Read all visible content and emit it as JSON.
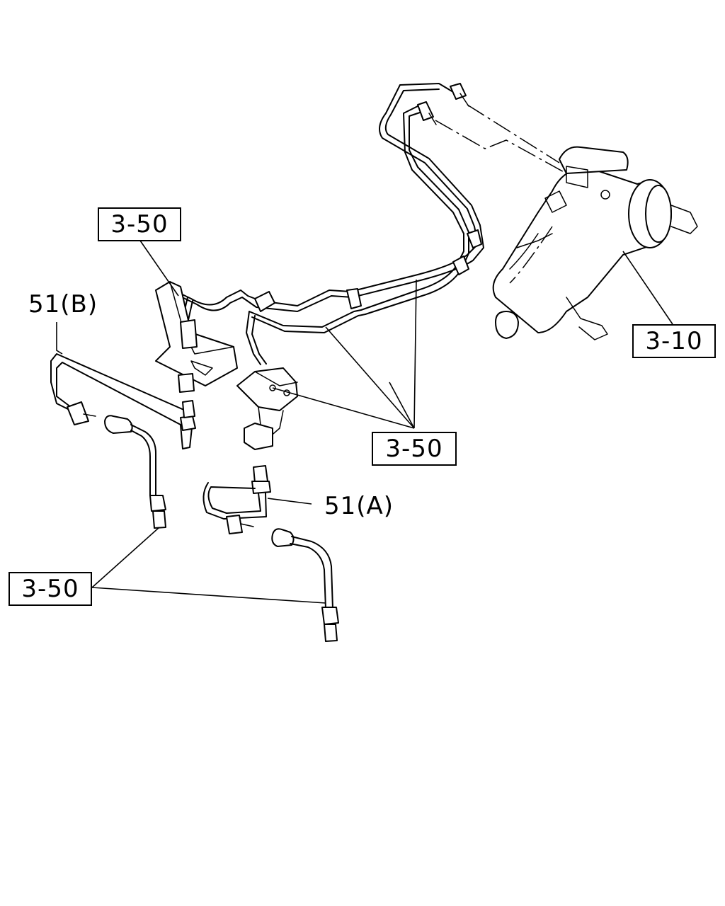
{
  "callouts": {
    "ref_top_left": "3-50",
    "ref_right": "3-10",
    "ref_middle_right": "3-50",
    "ref_bottom_left": "3-50",
    "part_51b": "51(B)",
    "part_51a": "51(A)"
  },
  "colors": {
    "line": "#000000",
    "background": "#ffffff"
  }
}
